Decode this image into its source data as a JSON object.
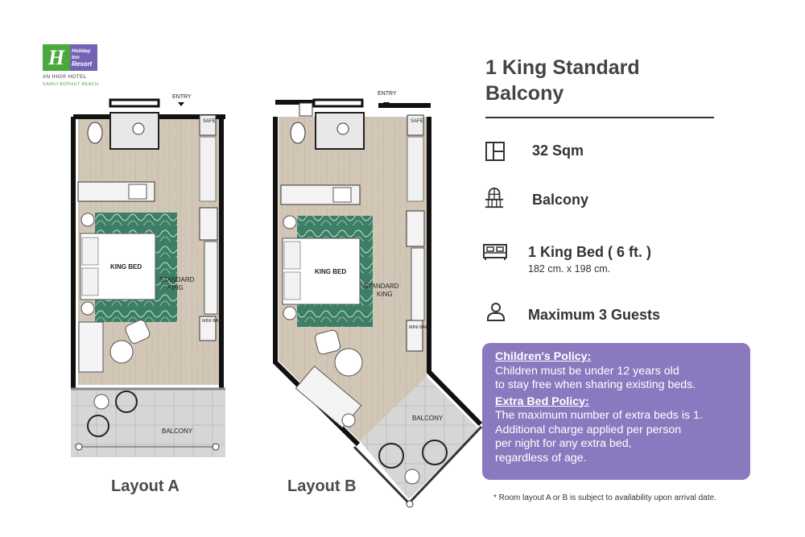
{
  "logo": {
    "brand_line1": "Holiday Inn",
    "brand_line2": "Resort",
    "tagline": "AN IHG® HOTEL",
    "location": "SAMUI BOPHUT BEACH"
  },
  "layout_a": {
    "label": "Layout A",
    "entry": "ENTRY",
    "safe": "SAFE",
    "bed": "KING BED",
    "standard": "STANDARD",
    "king": "KING",
    "minibar": "MINI BAR",
    "balcony": "BALCONY"
  },
  "layout_b": {
    "label": "Layout B",
    "entry": "ENTRY",
    "safe": "SAFE",
    "bed": "KING BED",
    "standard": "STANDARD",
    "king": "KING",
    "minibar": "MINI BAR",
    "balcony": "BALCONY"
  },
  "room": {
    "title_line1": "1 King Standard",
    "title_line2": "Balcony"
  },
  "features": {
    "size": "32 Sqm",
    "balcony": "Balcony",
    "bed": "1 King Bed ( 6 ft. )",
    "bed_size": "182 cm. x 198 cm.",
    "guests": "Maximum 3 Guests"
  },
  "policy": {
    "children_heading": "Children's Policy:",
    "children_line1": "Children must be under 12 years old",
    "children_line2": "to stay free when sharing existing beds.",
    "extra_heading": "Extra Bed Policy:",
    "extra_line1": "The maximum number of extra beds is 1.",
    "extra_line2": "Additional charge applied per person",
    "extra_line3": "per night for any extra bed,",
    "extra_line4": "regardless of age."
  },
  "footnote": "* Room layout A or B is subject to availability upon arrival date.",
  "colors": {
    "policy_bg": "#8b79bf",
    "brand_green": "#4ba83e",
    "brand_purple": "#7463b5",
    "floor": "#cfc3b3",
    "rug": "#3f8c6e"
  }
}
